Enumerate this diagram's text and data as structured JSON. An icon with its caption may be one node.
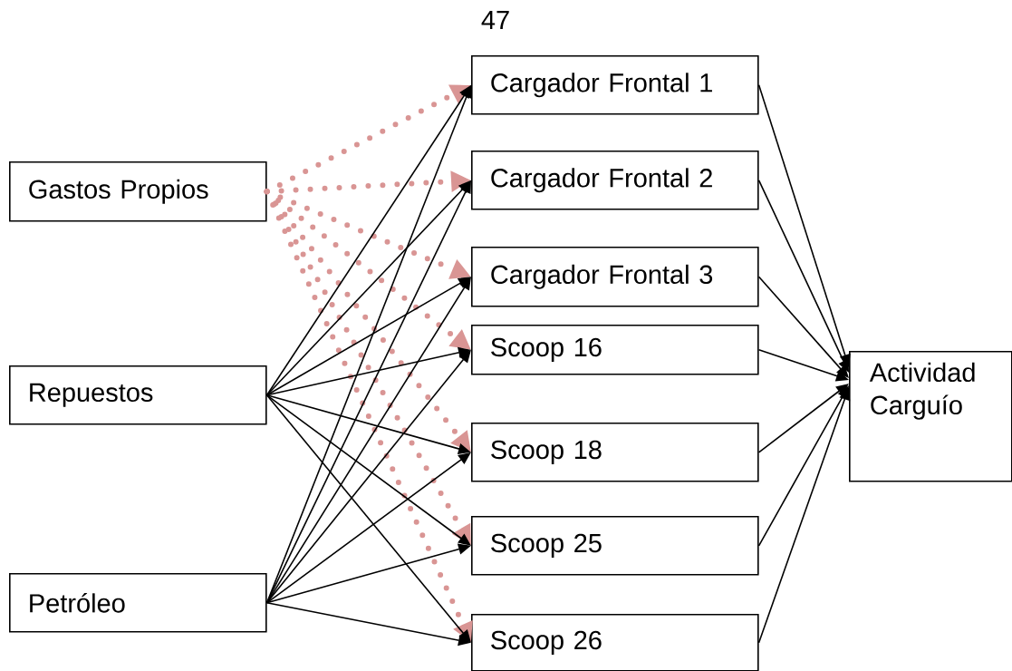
{
  "diagram": {
    "nodes": [
      {
        "text": [
          "Gastos Propios"
        ]
      },
      {
        "text": [
          "Repuestos"
        ]
      },
      {
        "text": [
          "Petróleo"
        ]
      },
      {
        "text": [
          "Cargador Frontal 1"
        ]
      },
      {
        "text": [
          "Cargador Frontal 2"
        ]
      },
      {
        "text": [
          "Cargador Frontal 3"
        ]
      },
      {
        "text": [
          "Scoop 16"
        ]
      },
      {
        "text": [
          "Scoop 18"
        ]
      },
      {
        "text": [
          "Scoop 25"
        ]
      },
      {
        "text": [
          "Scoop 26"
        ]
      },
      {
        "text": [
          "Actividad Carguío"
        ]
      }
    ],
    "edges": [
      {
        "from": 0,
        "to": 3,
        "arrow": "to",
        "style": "dashed",
        "color": "#d99594"
      },
      {
        "from": 0,
        "to": 4,
        "arrow": "to",
        "style": "dashed",
        "color": "#d99594"
      },
      {
        "from": 0,
        "to": 5,
        "arrow": "to",
        "style": "dashed",
        "color": "#d99594"
      },
      {
        "from": 0,
        "to": 6,
        "arrow": "to",
        "style": "dashed",
        "color": "#d99594"
      },
      {
        "from": 0,
        "to": 7,
        "arrow": "to",
        "style": "dashed",
        "color": "#d99594"
      },
      {
        "from": 0,
        "to": 8,
        "arrow": "to",
        "style": "dashed",
        "color": "#d99594"
      },
      {
        "from": 0,
        "to": 9,
        "arrow": "to",
        "style": "dashed",
        "color": "#d99594"
      },
      {
        "from": 1,
        "to": 3,
        "arrow": "to"
      },
      {
        "from": 1,
        "to": 4,
        "arrow": "to"
      },
      {
        "from": 1,
        "to": 5,
        "arrow": "to"
      },
      {
        "from": 1,
        "to": 6,
        "arrow": "to"
      },
      {
        "from": 1,
        "to": 7,
        "arrow": "to"
      },
      {
        "from": 1,
        "to": 8,
        "arrow": "to"
      },
      {
        "from": 1,
        "to": 9,
        "arrow": "to"
      },
      {
        "from": 2,
        "to": 3,
        "arrow": "to"
      },
      {
        "from": 2,
        "to": 4,
        "arrow": "to"
      },
      {
        "from": 2,
        "to": 5,
        "arrow": "to"
      },
      {
        "from": 2,
        "to": 6,
        "arrow": "to"
      },
      {
        "from": 2,
        "to": 7,
        "arrow": "to"
      },
      {
        "from": 2,
        "to": 8,
        "arrow": "to"
      },
      {
        "from": 2,
        "to": 9,
        "arrow": "to"
      },
      {
        "from": 3,
        "to": 10,
        "arrow": "to"
      },
      {
        "from": 4,
        "to": 10,
        "arrow": "to"
      },
      {
        "from": 5,
        "to": 10,
        "arrow": "to"
      },
      {
        "from": 6,
        "to": 10,
        "arrow": "to"
      },
      {
        "from": 7,
        "to": 10,
        "arrow": "to"
      },
      {
        "from": 8,
        "to": 10,
        "arrow": "to"
      },
      {
        "from": 9,
        "to": 10,
        "arrow": "to"
      }
    ],
    "labels": [
      "47"
    ]
  }
}
